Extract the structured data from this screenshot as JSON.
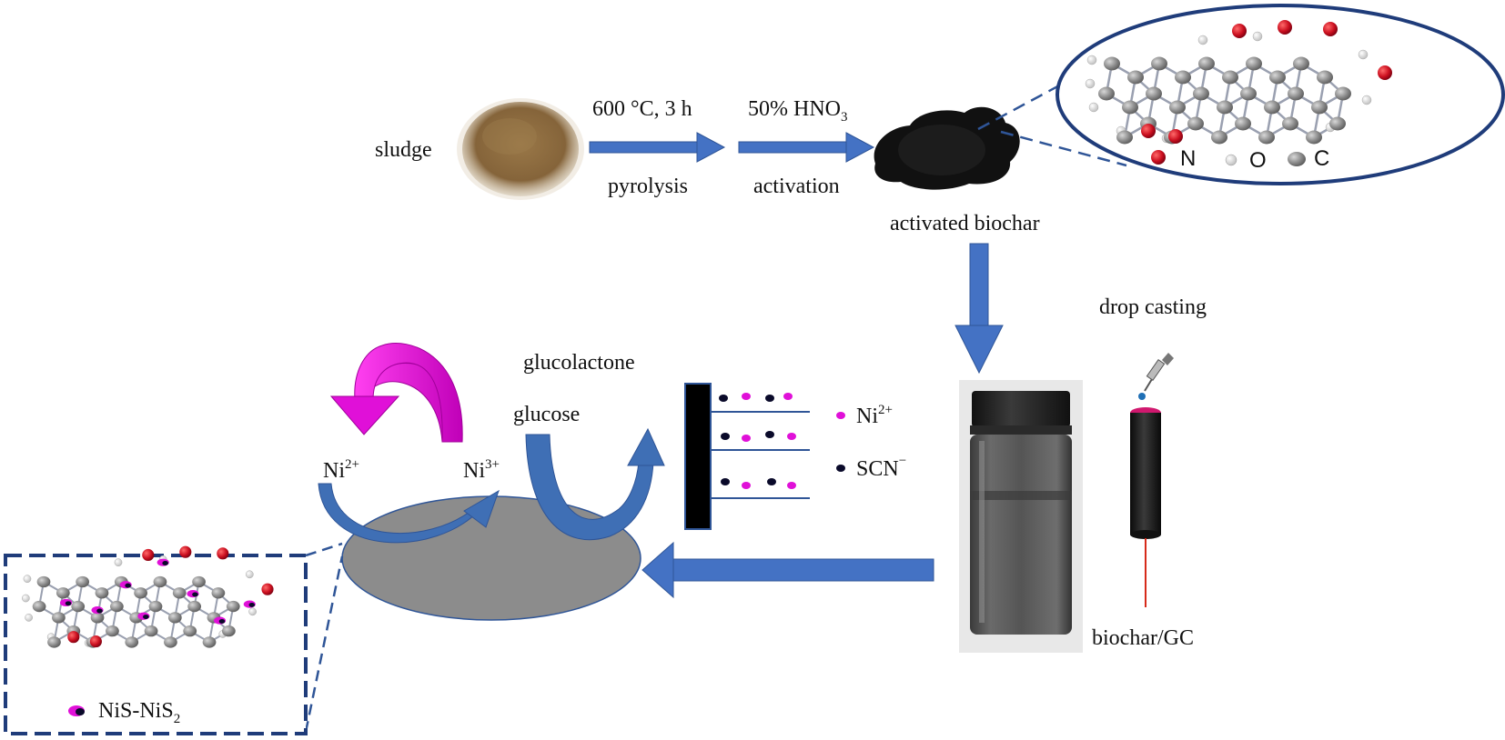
{
  "labels": {
    "sludge": "sludge",
    "pyrolysis_condition": "600 °C, 3 h",
    "pyrolysis": "pyrolysis",
    "activation_reagent": "50% HNO",
    "activation_reagent_sub": "3",
    "activation": "activation",
    "activated_biochar": "activated biochar",
    "drop_casting": "drop casting",
    "biochar_gc": "biochar/GC",
    "glucolactone": "glucolactone",
    "glucose": "glucose",
    "ni2_left": "Ni",
    "ni2_left_sup": "2+",
    "ni3": "Ni",
    "ni3_sup": "3+",
    "legend_ni2": "Ni",
    "legend_ni2_sup": "2+",
    "legend_scn": "SCN",
    "legend_scn_sup": "−",
    "nis_label": "NiS-NiS",
    "nis_label_sub": "2"
  },
  "atom_legend": {
    "n": "N",
    "o": "O",
    "c": "C"
  },
  "colors": {
    "arrow_blue": "#4472c4",
    "arrow_blue_dark": "#2f5597",
    "curve_blue": "#3f6fb5",
    "magenta": "#e010d8",
    "sludge_brown": "#8b6a3e",
    "biochar_black": "#111111",
    "disk_gray": "#8c8c8c",
    "carbon_gray": "#8a8a8a",
    "nitrogen_red": "#cc1020",
    "frame_navy": "#1f3c7a"
  },
  "icons": {
    "pipette": "pipette-icon",
    "vial": "vial-icon",
    "electrode": "electrode-icon"
  }
}
